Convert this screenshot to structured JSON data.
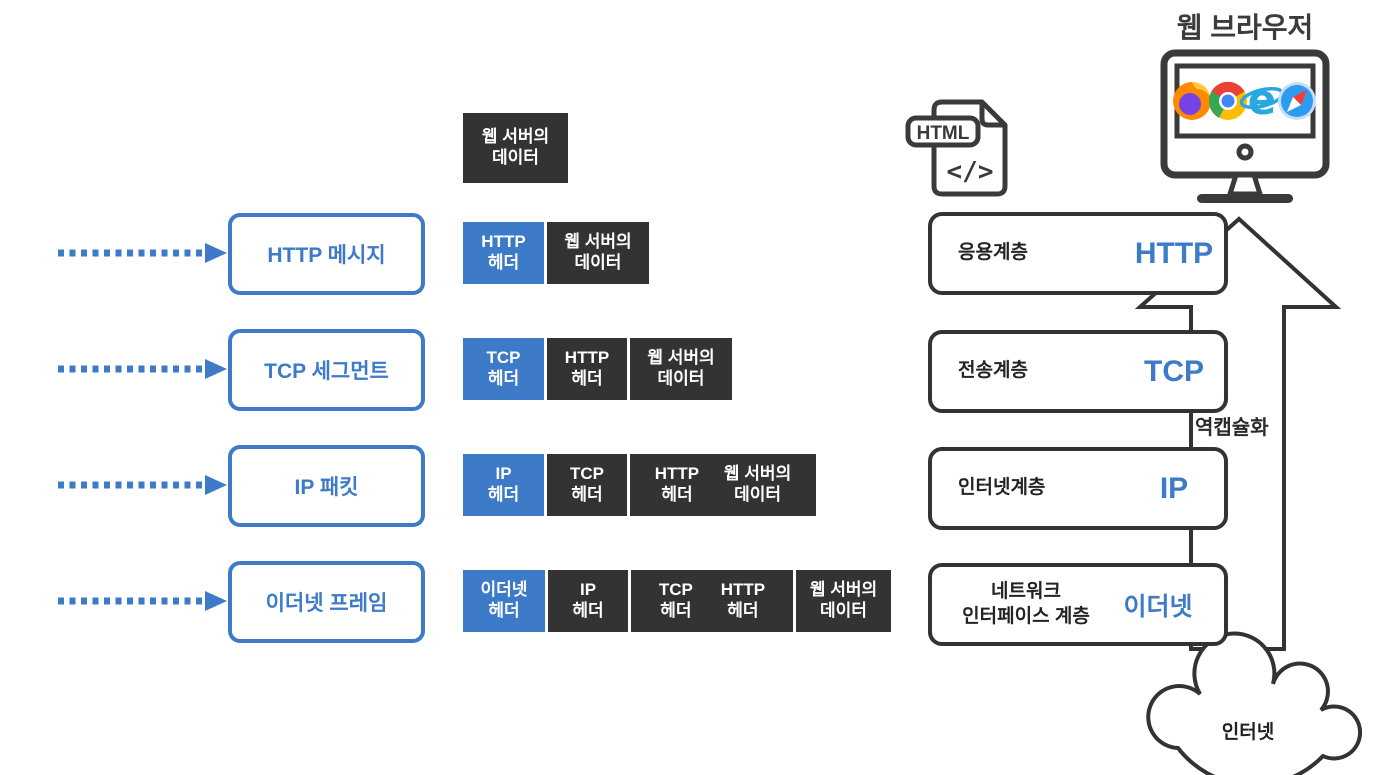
{
  "colors": {
    "accent_blue": "#3d7bc8",
    "block_dark": "#333333",
    "outline_dark": "#333333"
  },
  "browser": {
    "title": "웹 브라우저",
    "logos": [
      "firefox",
      "chrome",
      "internet-explorer",
      "safari"
    ]
  },
  "html_file": {
    "badge_label": "HTML",
    "code_glyph": "</>"
  },
  "packet_labels": [
    {
      "label": "HTTP 메시지"
    },
    {
      "label": "TCP 세그먼트"
    },
    {
      "label": "IP 패킷"
    },
    {
      "label": "이더넷 프레임"
    }
  ],
  "rows": [
    {
      "segments": [
        {
          "style": "data",
          "cols": [
            [
              "웹 서버의",
              "데이터"
            ]
          ]
        }
      ]
    },
    {
      "segments": [
        {
          "style": "header",
          "cols": [
            [
              "HTTP",
              "헤더"
            ]
          ]
        },
        {
          "style": "data",
          "cols": [
            [
              "웹 서버의",
              "데이터"
            ]
          ]
        }
      ]
    },
    {
      "segments": [
        {
          "style": "header",
          "cols": [
            [
              "TCP",
              "헤더"
            ]
          ]
        },
        {
          "style": "data",
          "cols": [
            [
              "HTTP",
              "헤더"
            ]
          ]
        },
        {
          "style": "data",
          "cols": [
            [
              "웹 서버의",
              "데이터"
            ]
          ]
        }
      ]
    },
    {
      "segments": [
        {
          "style": "header",
          "cols": [
            [
              "IP",
              "헤더"
            ]
          ]
        },
        {
          "style": "data",
          "cols": [
            [
              "TCP",
              "헤더"
            ]
          ]
        },
        {
          "style": "data",
          "cols": [
            [
              "HTTP",
              "헤더"
            ],
            [
              "웹 서버의",
              "데이터"
            ]
          ]
        }
      ]
    },
    {
      "segments": [
        {
          "style": "header",
          "cols": [
            [
              "이더넷",
              "헤더"
            ]
          ]
        },
        {
          "style": "data",
          "cols": [
            [
              "IP",
              "헤더"
            ]
          ]
        },
        {
          "style": "data",
          "cols": [
            [
              "TCP",
              "헤더"
            ],
            [
              "HTTP",
              "헤더"
            ]
          ]
        },
        {
          "style": "data",
          "cols": [
            [
              "웹 서버의",
              "데이터"
            ]
          ]
        }
      ]
    }
  ],
  "stack": [
    {
      "layer_lines": [
        "응용계층"
      ],
      "protocol": "HTTP"
    },
    {
      "layer_lines": [
        "전송계층"
      ],
      "protocol": "TCP"
    },
    {
      "layer_lines": [
        "인터넷계층"
      ],
      "protocol": "IP"
    },
    {
      "layer_lines": [
        "네트워크",
        "인터페이스 계층"
      ],
      "protocol": "이더넷"
    }
  ],
  "decapsulation_label": "역캡슐화",
  "cloud_label": "인터넷"
}
